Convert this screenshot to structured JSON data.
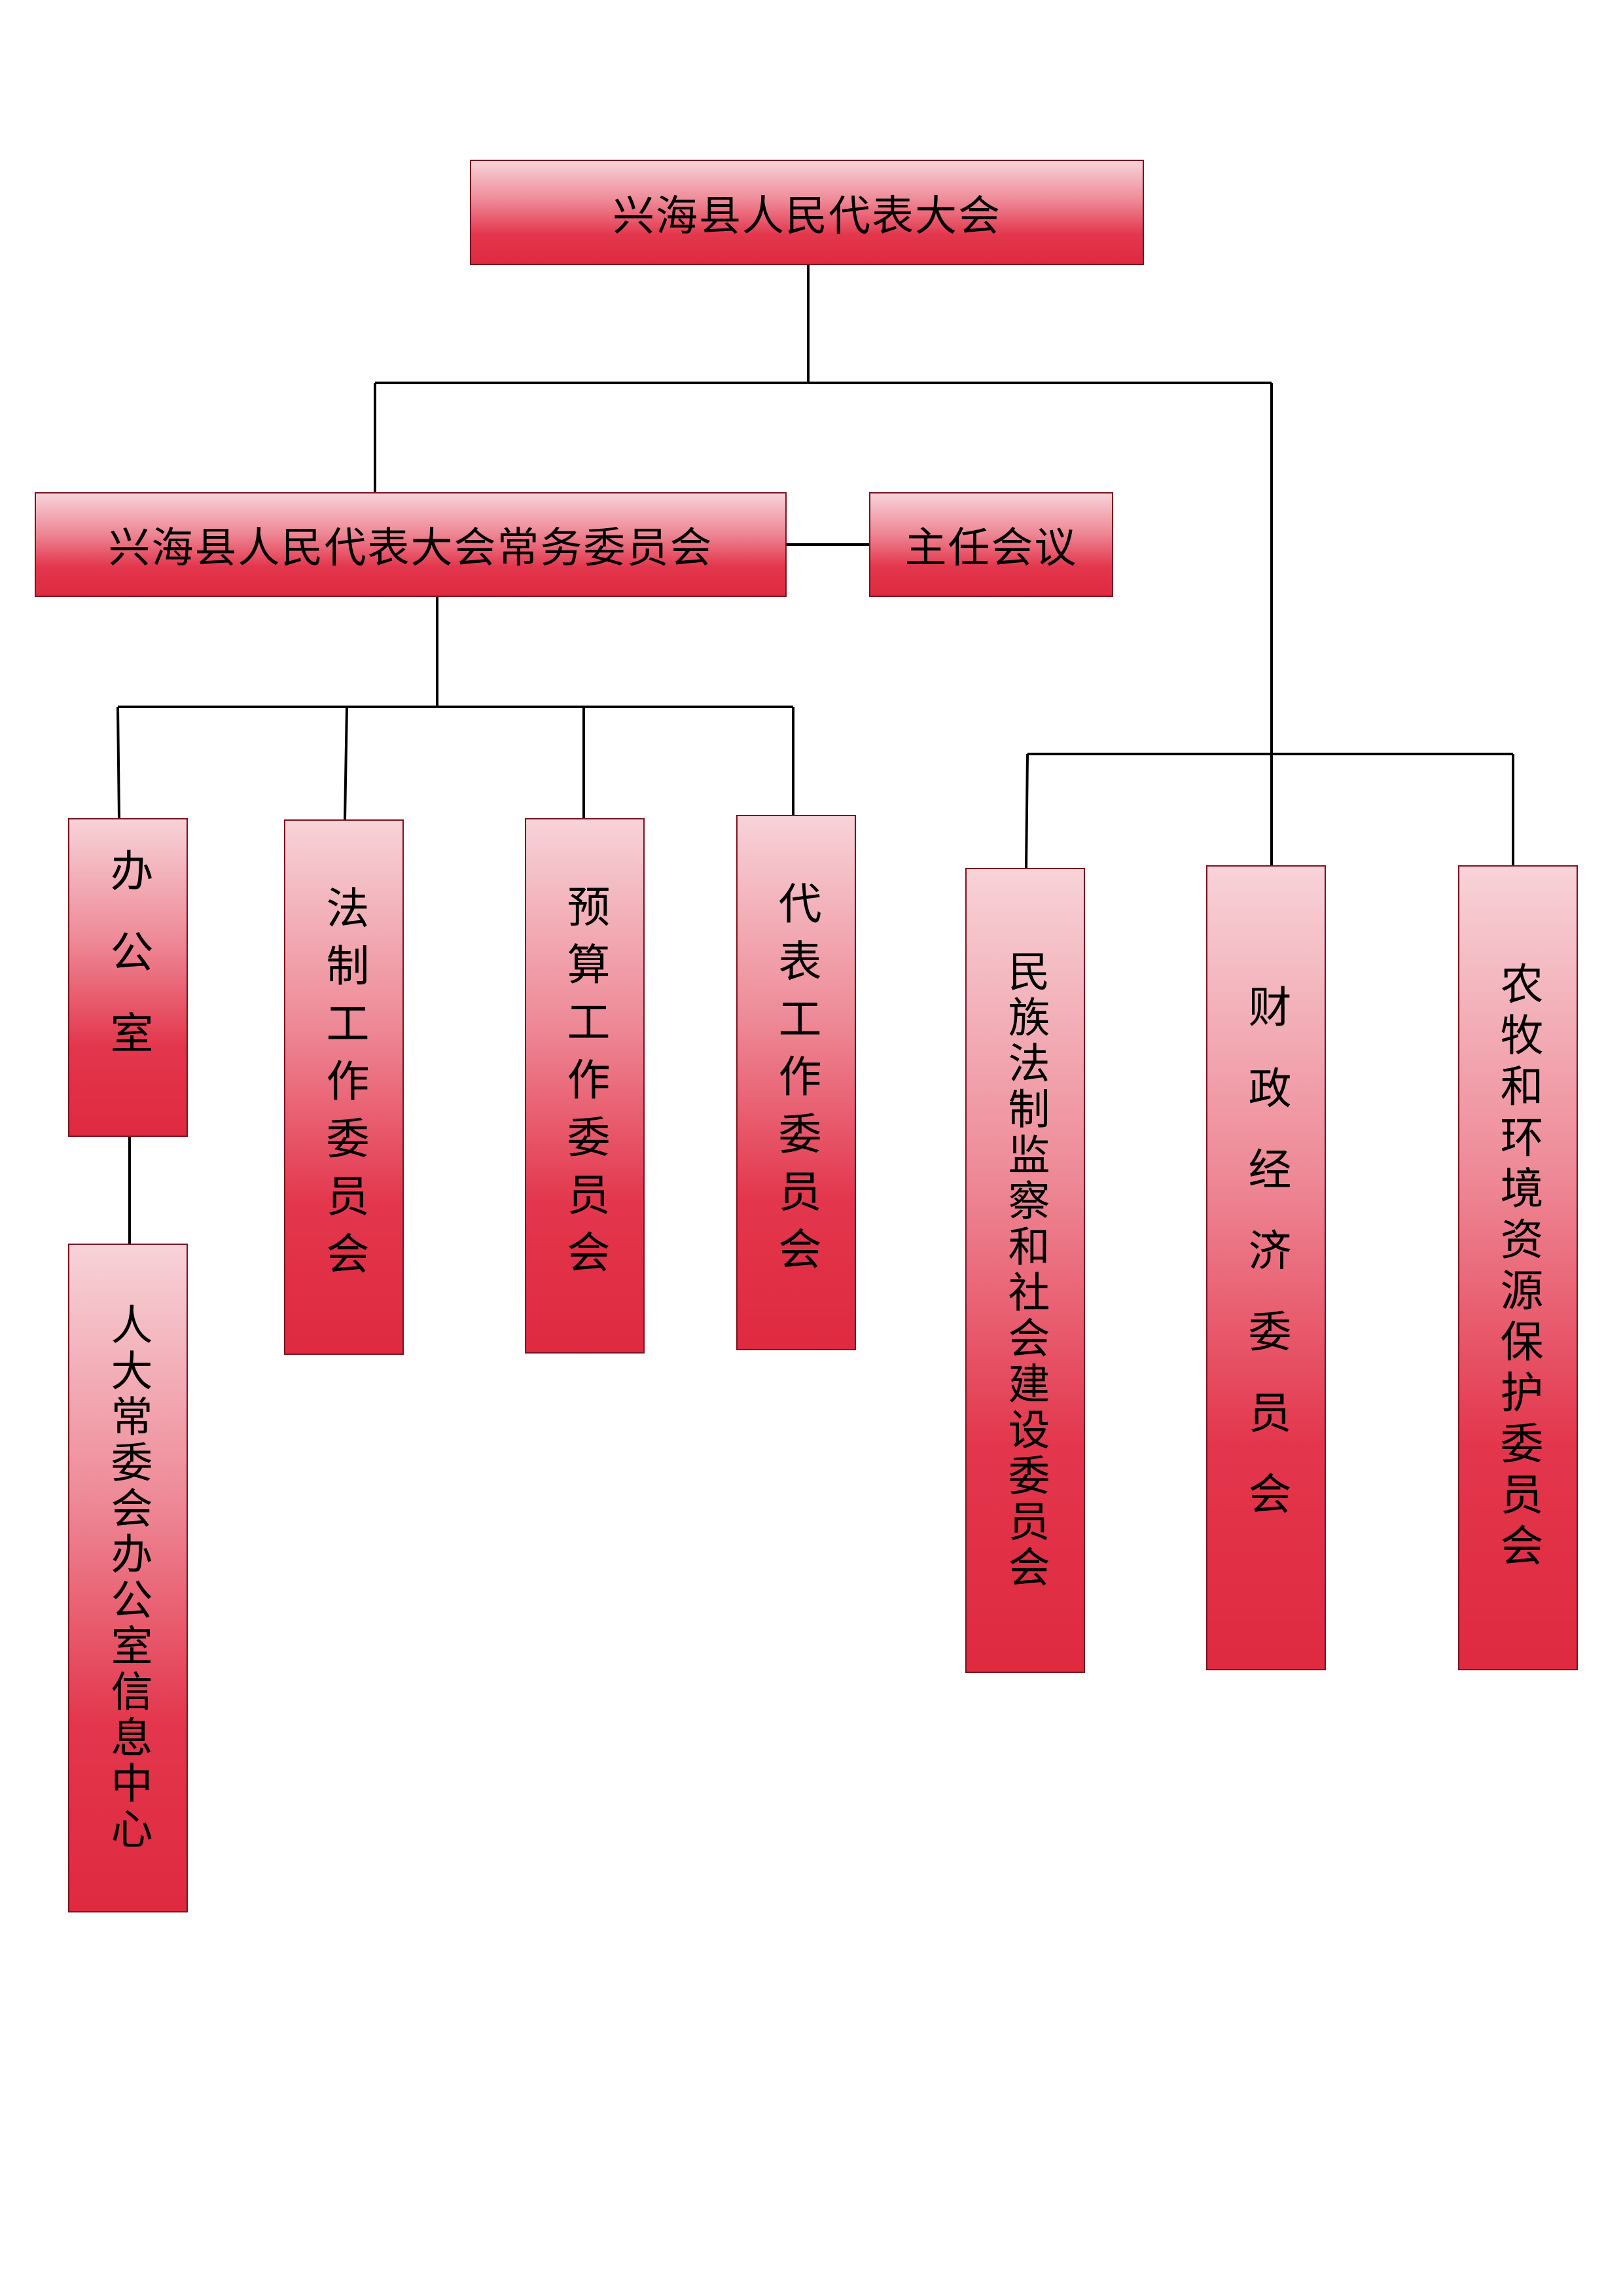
{
  "root": {
    "label": "兴海县人民代表大会"
  },
  "standing_committee": {
    "label": "兴海县人民代表大会常务委员会"
  },
  "directors_meeting": {
    "label": "主任会议"
  },
  "sub_units": [
    {
      "label": "办公室"
    },
    {
      "label": "法制工作委员会"
    },
    {
      "label": "预算工作委员会"
    },
    {
      "label": "代表工作委员会"
    }
  ],
  "office_child": {
    "label": "人大常委会办公室信息中心"
  },
  "special_committees": [
    {
      "label": "民族法制监察和社会建设委员会"
    },
    {
      "label": "财政经济委员会"
    },
    {
      "label": "农牧和环境资源保护委员会"
    }
  ],
  "colors": {
    "box_top": "#f7d3d8",
    "box_bottom": "#df2a40",
    "border": "#7a1420",
    "connector": "#000000"
  }
}
